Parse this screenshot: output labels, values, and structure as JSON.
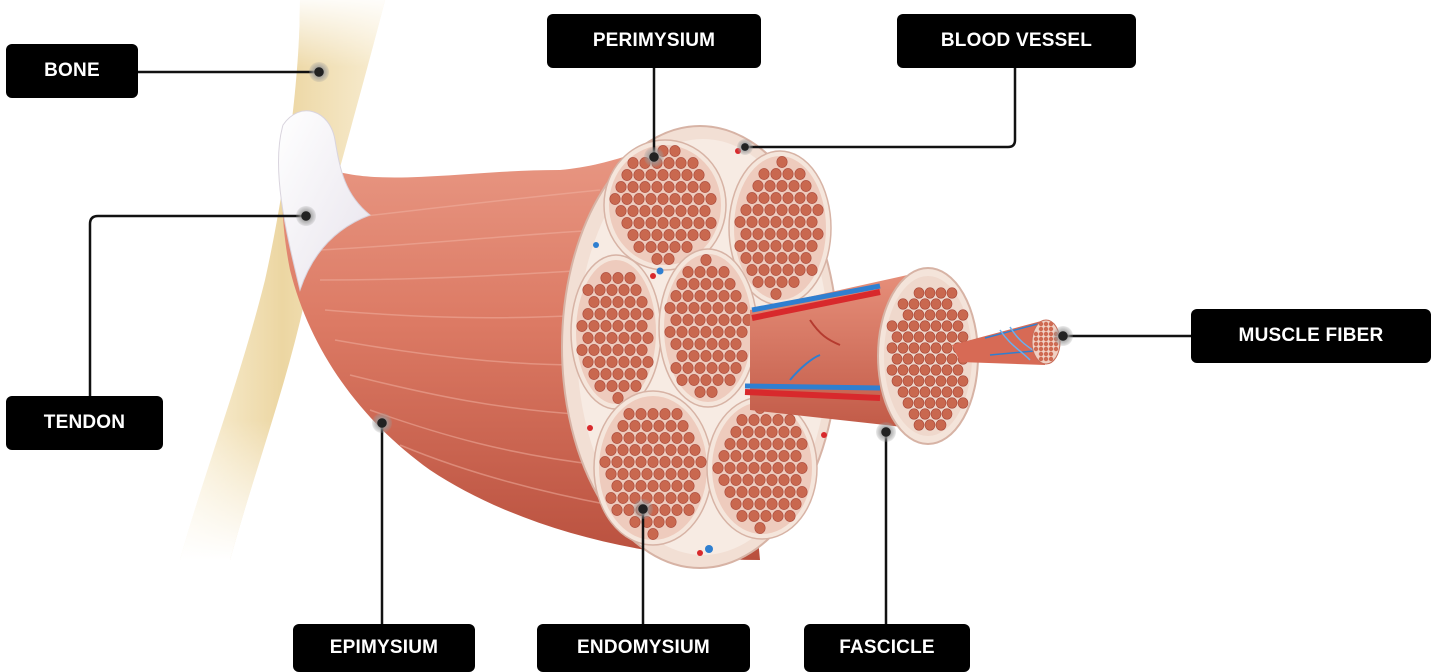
{
  "labels": {
    "bone": "BONE",
    "tendon": "TENDON",
    "perimysium": "PERIMYSIUM",
    "blood_vessel": "BLOOD VESSEL",
    "muscle_fiber": "MUSCLE FIBER",
    "epimysium": "EPIMYSIUM",
    "endomysium": "ENDOMYSIUM",
    "fascicle": "FASCICLE"
  },
  "colors": {
    "label_bg": "#000000",
    "label_text": "#ffffff",
    "muscle": "#d9705c",
    "muscle_dark": "#b8503f",
    "fiber_fill": "#c9684f",
    "sheath": "#f5e6dc",
    "bone": "#f1dfb4",
    "tendon": "#f4f2f6",
    "artery": "#d8292c",
    "vein": "#2f7fd0"
  }
}
